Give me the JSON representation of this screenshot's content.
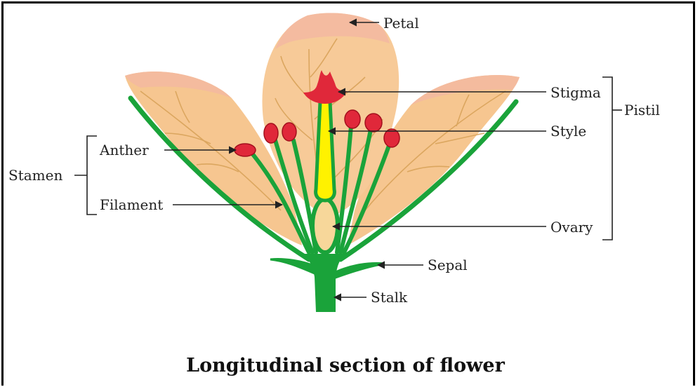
{
  "title": "Longitudinal section of flower",
  "labels": {
    "petal": "Petal",
    "stigma": "Stigma",
    "style": "Style",
    "ovary": "Ovary",
    "sepal": "Sepal",
    "stalk": "Stalk",
    "anther": "Anther",
    "filament": "Filament",
    "stamen": "Stamen",
    "pistil": "Pistil"
  },
  "colors": {
    "petal": "#f6c690",
    "petal_tip": "#f3b9a1",
    "vein": "#d9a35a",
    "green": "#1aa33a",
    "green_dark": "#0b7a27",
    "style_yellow": "#fff200",
    "ovary_fill": "#f7d79a",
    "anther_red": "#e0283a"
  }
}
